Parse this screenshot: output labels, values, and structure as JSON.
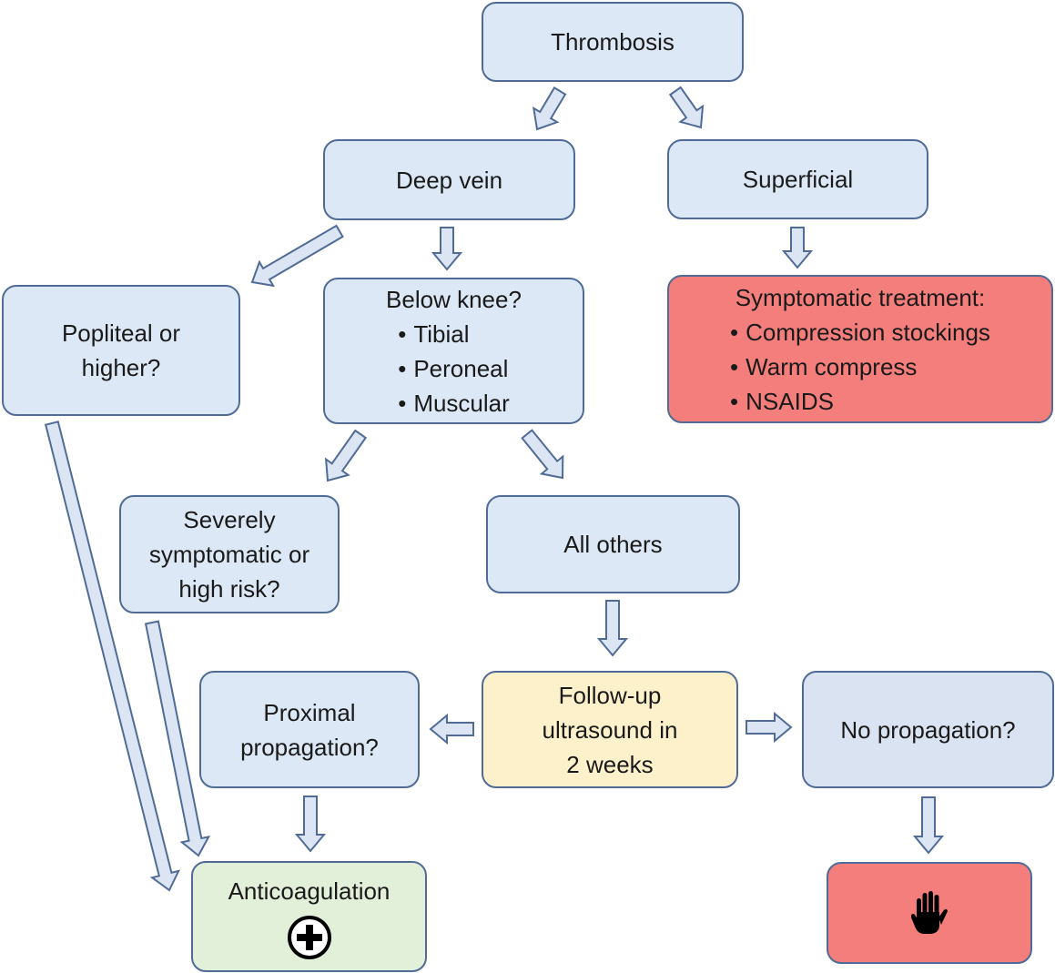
{
  "nodes": {
    "thrombosis": "Thrombosis",
    "deep_vein": "Deep vein",
    "superficial": "Superficial",
    "popliteal": [
      "Popliteal or",
      "higher?"
    ],
    "below_knee": {
      "title": "Below knee?",
      "items": [
        "Tibial",
        "Peroneal",
        "Muscular"
      ]
    },
    "symptomatic_treatment": {
      "title": "Symptomatic treatment:",
      "items": [
        "Compression stockings",
        "Warm compress",
        "NSAIDS"
      ]
    },
    "severe": [
      "Severely",
      "symptomatic or",
      "high risk?"
    ],
    "all_others": "All others",
    "proximal": [
      "Proximal",
      "propagation?"
    ],
    "followup": [
      "Follow-up",
      "ultrasound in",
      "2 weeks"
    ],
    "no_propagation": "No propagation?",
    "anticoagulation": "Anticoagulation"
  },
  "icons": {
    "anticoagulation": "plus-circle-icon",
    "stop": "stop-hand-icon"
  },
  "colors": {
    "box_blue": "#dce8f5",
    "box_red": "#f47e7b",
    "box_yellow": "#fdf1cc",
    "box_green": "#e2efd9",
    "box_lavender": "#dae3f2",
    "border": "#4f6b96",
    "arrow_fill": "#dbe5f4"
  }
}
